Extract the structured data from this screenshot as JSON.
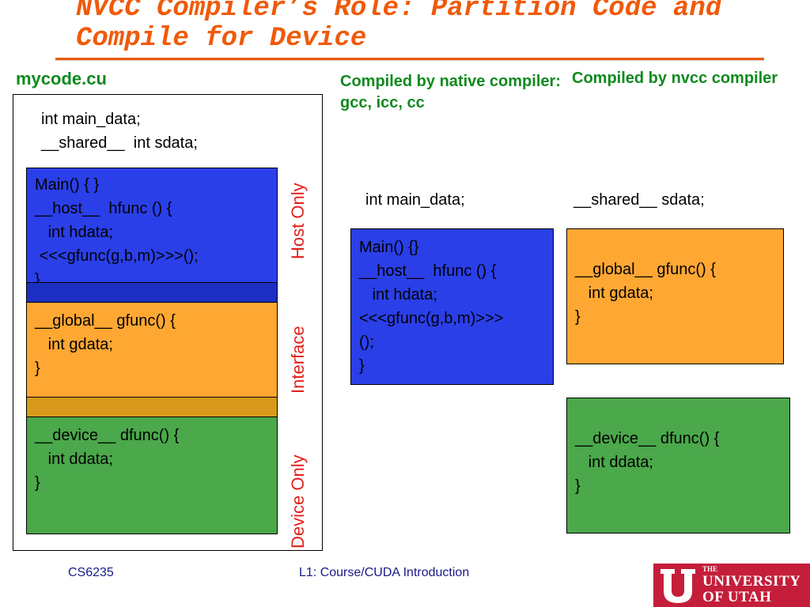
{
  "slide": {
    "title_line1": "NVCC Compiler’s Role: Partition Code and",
    "title_line2": "Compile for Device"
  },
  "labels": {
    "file_name": "mycode.cu",
    "native_compiler": "Compiled by native compiler: gcc, icc, cc",
    "nvcc_compiler": "Compiled by nvcc compiler"
  },
  "source": {
    "declarations": "int main_data;\n__shared__  int sdata;",
    "host_code": "Main() { }\n__host__  hfunc () {\n   int hdata;\n <<<gfunc(g,b,m)>>>();\n}",
    "global_code": "__global__ gfunc() {\n   int gdata;\n}",
    "device_code": "__device__ dfunc() {\n   int ddata;\n}"
  },
  "regions": {
    "host_only": "Host Only",
    "interface": "Interface",
    "device_only": "Device Only"
  },
  "native_output": {
    "declaration": "int main_data;",
    "code": "Main() {}\n__host__  hfunc () {\n   int hdata;\n<<<gfunc(g,b,m)>>>\n();\n}"
  },
  "nvcc_output": {
    "declaration": "__shared__ sdata;",
    "global_code": "__global__ gfunc() {\n   int gdata;\n}",
    "device_code": "__device__ dfunc() {\n   int ddata;\n}"
  },
  "footer": {
    "course": "CS6235",
    "lecture": "L1: Course/CUDA Introduction"
  },
  "logo": {
    "the": "THE",
    "university": "UNIVERSITY",
    "of_utah": "OF UTAH"
  },
  "colors": {
    "title": "#f05a0a",
    "label_green": "#0f8a1e",
    "region_red": "#e0201a",
    "host_blue": "#2a3fe8",
    "global_orange": "#ffa733",
    "device_green": "#4ba84b",
    "logo_red": "#c41e3a"
  }
}
